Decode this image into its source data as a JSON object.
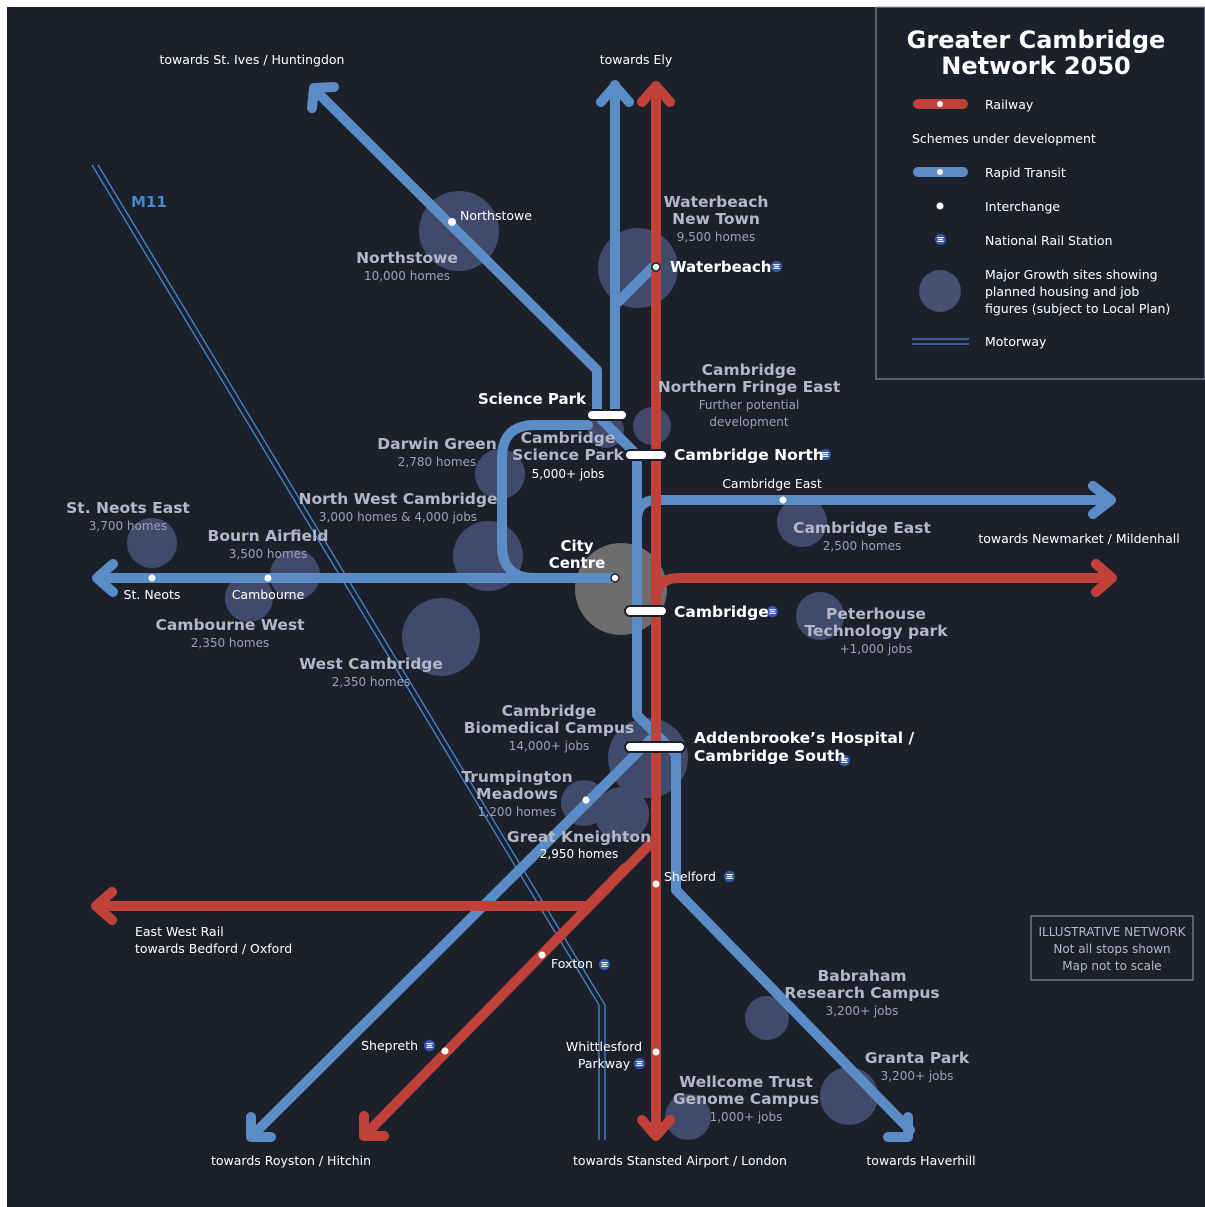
{
  "colors": {
    "background": "#1b202b",
    "railway": "#c0403a",
    "rapid_transit": "#5b8cc6",
    "motorway": "#4a86cf",
    "growth_site": "#474f72",
    "city_centre": "#6e6d6b",
    "text_light": "#ffffff",
    "text_muted": "#9aa0b2",
    "text_site": "#b4b7c6"
  },
  "legend": {
    "title_line1": "Greater Cambridge",
    "title_line2": "Network 2050",
    "railway": "Railway",
    "schemes_heading": "Schemes under development",
    "rapid_transit": "Rapid Transit",
    "interchange": "Interchange",
    "national_rail": "National Rail Station",
    "growth_line1": "Major Growth sites showing",
    "growth_line2": "planned housing and job",
    "growth_line3": "figures (subject to Local Plan)",
    "motorway": "Motorway"
  },
  "note": {
    "line1": "ILLUSTRATIVE NETWORK",
    "line2": "Not all stops shown",
    "line3": "Map not to scale"
  },
  "motorway_label": "M11",
  "destinations": {
    "st_ives": "towards St. Ives / Huntingdon",
    "ely": "towards Ely",
    "newmarket": "towards Newmarket / Mildenhall",
    "east_west_rail_1": "East West Rail",
    "east_west_rail_2": "towards Bedford / Oxford",
    "royston": "towards Royston / Hitchin",
    "stansted": "towards Stansted Airport / London",
    "haverhill": "towards Haverhill"
  },
  "stations": {
    "science_park": "Science Park",
    "cambridge_north": "Cambridge North",
    "cambridge": "Cambridge",
    "addenbrookes_1": "Addenbrooke’s Hospital /",
    "addenbrookes_2": "Cambridge South",
    "waterbeach": "Waterbeach",
    "city_centre_1": "City",
    "city_centre_2": "Centre",
    "northstowe": "Northstowe",
    "cambridge_east": "Cambridge East",
    "st_neots": "St. Neots",
    "cambourne": "Cambourne",
    "shelford": "Shelford",
    "foxton": "Foxton",
    "shepreth": "Shepreth",
    "whittlesford_1": "Whittlesford",
    "whittlesford_2": "Parkway"
  },
  "sites": {
    "waterbeach_1": "Waterbeach",
    "waterbeach_2": "New Town",
    "waterbeach_3": "9,500 homes",
    "northstowe_1": "Northstowe",
    "northstowe_2": "10,000 homes",
    "cnfe_1": "Cambridge",
    "cnfe_2": "Northern Fringe East",
    "cnfe_3": "Further potential",
    "cnfe_4": "development",
    "darwin_1": "Darwin Green",
    "darwin_2": "2,780 homes",
    "csp_1": "Cambridge",
    "csp_2": "Science Park",
    "csp_3": "5,000+ jobs",
    "nwc_1": "North West Cambridge",
    "nwc_2": "3,000 homes & 4,000 jobs",
    "stneots_1": "St. Neots East",
    "stneots_2": "3,700 homes",
    "bourn_1": "Bourn Airfield",
    "bourn_2": "3,500 homes",
    "cambourne_w_1": "Cambourne West",
    "cambourne_w_2": "2,350 homes",
    "westcam_1": "West Cambridge",
    "westcam_2": "2,350 homes",
    "camb_east_1": "Cambridge East",
    "camb_east_2": "2,500 homes",
    "peterhouse_1": "Peterhouse",
    "peterhouse_2": "Technology park",
    "peterhouse_3": "+1,000 jobs",
    "biomed_1": "Cambridge",
    "biomed_2": "Biomedical Campus",
    "biomed_3": "14,000+ jobs",
    "trump_1": "Trumpington",
    "trump_2": "Meadows",
    "trump_3": "1,200 homes",
    "great_k_1": "Great Kneighton",
    "great_k_2": "2,950 homes",
    "babraham_1": "Babraham",
    "babraham_2": "Research Campus",
    "babraham_3": "3,200+ jobs",
    "granta_1": "Granta Park",
    "granta_2": "3,200+ jobs",
    "wellcome_1": "Wellcome Trust",
    "wellcome_2": "Genome Campus",
    "wellcome_3": "1,000+ jobs"
  }
}
